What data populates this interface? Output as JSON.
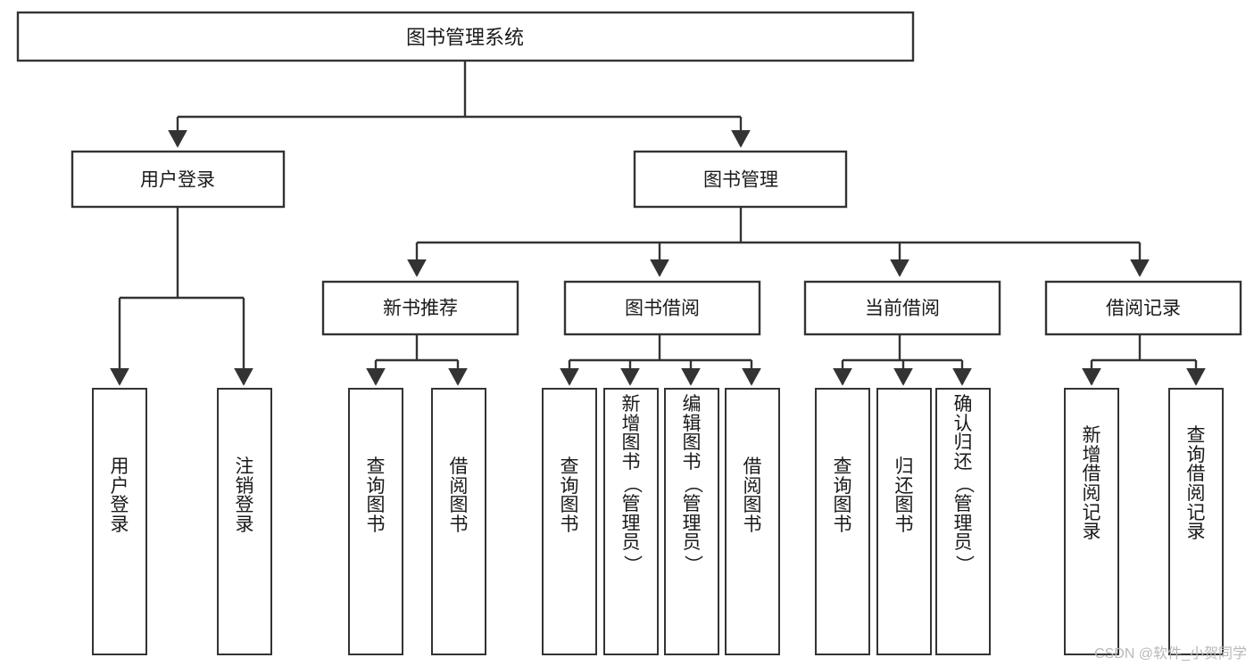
{
  "diagram": {
    "title": "图书管理系统",
    "type": "hierarchy-tree",
    "watermark": "CSDN @软件_小贺同学",
    "root": {
      "label": "图书管理系统",
      "children": [
        {
          "label": "用户登录",
          "children": [
            {
              "label": "用户登录"
            },
            {
              "label": "注销登录"
            }
          ]
        },
        {
          "label": "图书管理",
          "children": [
            {
              "label": "新书推荐",
              "children": [
                {
                  "label": "查询图书"
                },
                {
                  "label": "借阅图书"
                }
              ]
            },
            {
              "label": "图书借阅",
              "children": [
                {
                  "label": "查询图书"
                },
                {
                  "label": "新增图书（管理员）"
                },
                {
                  "label": "编辑图书（管理员）"
                },
                {
                  "label": "借阅图书"
                }
              ]
            },
            {
              "label": "当前借阅",
              "children": [
                {
                  "label": "查询图书"
                },
                {
                  "label": "归还图书"
                },
                {
                  "label": "确认归还（管理员）"
                }
              ]
            },
            {
              "label": "借阅记录",
              "children": [
                {
                  "label": "新增借阅记录"
                },
                {
                  "label": "查询借阅记录"
                }
              ]
            }
          ]
        }
      ]
    }
  },
  "nodes": {
    "root_title": "图书管理系统",
    "l2_user_login": "用户登录",
    "l2_book_mgmt": "图书管理",
    "l3_new_book": "新书推荐",
    "l3_book_borrow": "图书借阅",
    "l3_current_borrow": "当前借阅",
    "l3_borrow_record": "借阅记录",
    "leaf_user_login": "用户登录",
    "leaf_logout": "注销登录",
    "leaf_query_book_1": "查询图书",
    "leaf_borrow_book_1": "借阅图书",
    "leaf_query_book_2": "查询图书",
    "leaf_add_book": "新增图书（管理员）",
    "leaf_edit_book": "编辑图书（管理员）",
    "leaf_borrow_book_2": "借阅图书",
    "leaf_query_book_3": "查询图书",
    "leaf_return_book": "归还图书",
    "leaf_confirm_return": "确认归还（管理员）",
    "leaf_add_record": "新增借阅记录",
    "leaf_query_record": "查询借阅记录"
  },
  "colors": {
    "stroke": "#333333",
    "fill": "#ffffff",
    "text": "#1a1a1a",
    "watermark": "#b8b8b8"
  }
}
